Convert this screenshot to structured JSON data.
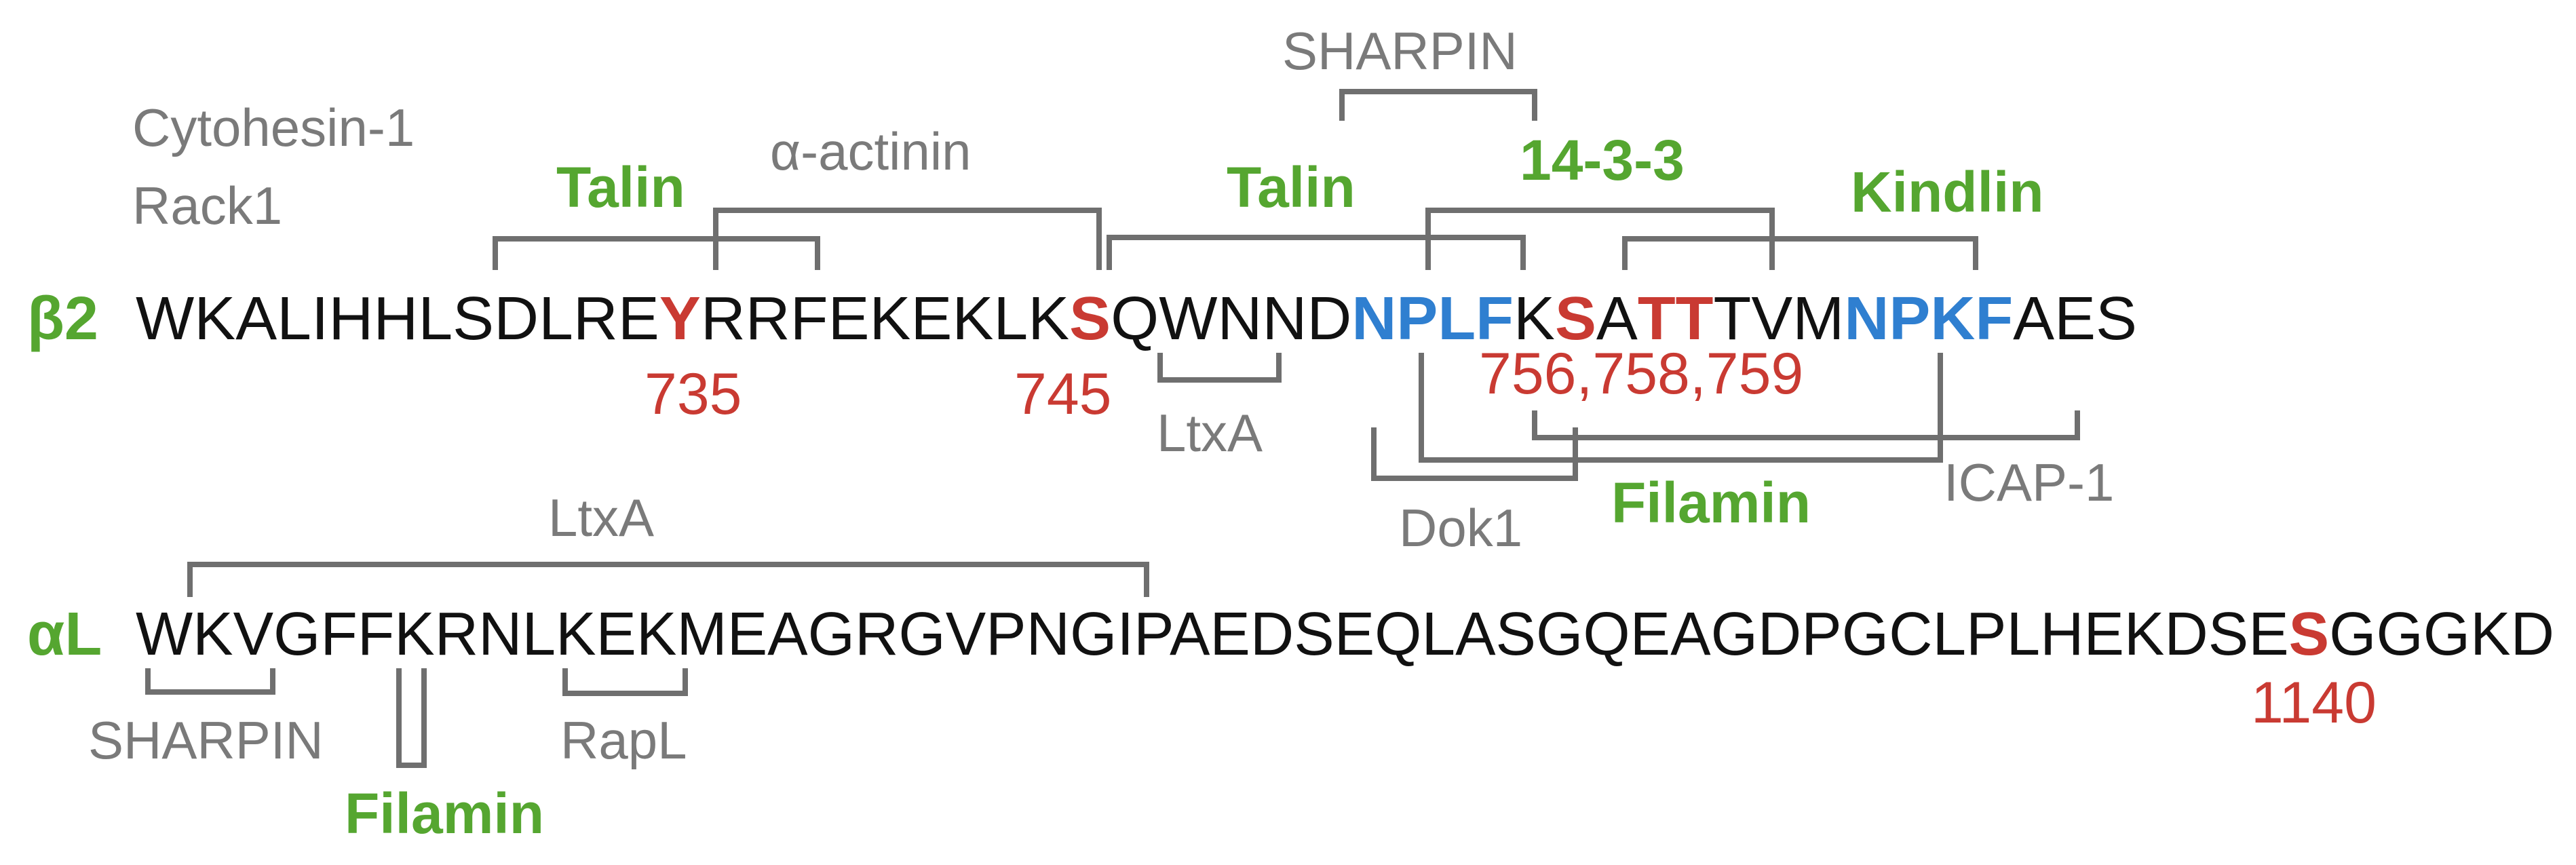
{
  "colors": {
    "text": "#111111",
    "chain_label": "#55a630",
    "phospho_site": "#c93a32",
    "npxf_motif": "#2f7fd0",
    "partner_gray": "#7a7a7a",
    "partner_green": "#55a630",
    "bracket": "#6f6f6f"
  },
  "beta2": {
    "chain_label": "β2",
    "segments": [
      {
        "text": "WKALIHHLSDLRE",
        "type": "plain"
      },
      {
        "text": "Y",
        "type": "phospho"
      },
      {
        "text": "RRFEKEKLK",
        "type": "plain"
      },
      {
        "text": "S",
        "type": "phospho"
      },
      {
        "text": "QWNND",
        "type": "plain"
      },
      {
        "text": "NPLF",
        "type": "motif"
      },
      {
        "text": "K",
        "type": "plain"
      },
      {
        "text": "S",
        "type": "phospho"
      },
      {
        "text": "A",
        "type": "plain"
      },
      {
        "text": "TT",
        "type": "phospho"
      },
      {
        "text": "TVM",
        "type": "plain"
      },
      {
        "text": "NPKF",
        "type": "motif"
      },
      {
        "text": "AES",
        "type": "plain"
      }
    ],
    "site_labels": [
      "735",
      "745",
      "756,758,759"
    ],
    "partners": {
      "sharpin": "SHARPIN",
      "cytohesin": "Cytohesin-1",
      "rack1": "Rack1",
      "talin_left": "Talin",
      "alpha_actinin": "α-actinin",
      "talin_right": "Talin",
      "fourteen33": "14-3-3",
      "kindlin": "Kindlin",
      "ltxa": "LtxA",
      "dok1": "Dok1",
      "filamin": "Filamin",
      "icap1": "ICAP-1"
    }
  },
  "alphaL": {
    "chain_label": "αL",
    "segments": [
      {
        "text": "WKVGFFKRNLKEKMEAGRGVPNGIPAEDSEQLASGQEAGDPGCLPLHEKDSE",
        "type": "plain"
      },
      {
        "text": "S",
        "type": "phospho"
      },
      {
        "text": "GGGKD",
        "type": "plain"
      }
    ],
    "site_labels": [
      "1140"
    ],
    "partners": {
      "ltxa": "LtxA",
      "sharpin": "SHARPIN",
      "filamin": "Filamin",
      "rapl": "RapL"
    }
  }
}
